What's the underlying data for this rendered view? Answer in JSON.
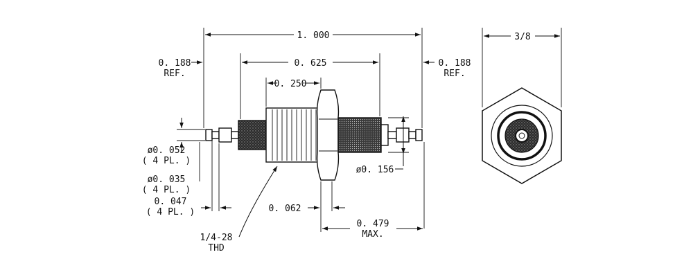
{
  "dimensions": {
    "overall_length": "1. 000",
    "body_length": "0. 625",
    "ref_left_value": "0. 188",
    "ref_left_suffix": "REF.",
    "ref_right_value": "0. 188",
    "ref_right_suffix": "REF.",
    "thread_length": "0. 250",
    "hex_across_flats": "3/8",
    "terminal_dia_1": "ø0. 052",
    "terminal_dia_1_qty": "( 4 PL. )",
    "terminal_dia_2": "ø0. 035",
    "terminal_dia_2_qty": "( 4 PL. )",
    "terminal_len": "0. 047",
    "terminal_len_qty": "( 4 PL. )",
    "nut_thickness": "0. 062",
    "insulator_dia": "ø0. 156",
    "max_length_value": "0. 479",
    "max_length_suffix": "MAX.",
    "thread_spec": "1/4-28",
    "thread_suffix": "THD"
  },
  "colors": {
    "line": "#111111",
    "knurl_fill": "#2b2b2b",
    "background": "#ffffff"
  }
}
